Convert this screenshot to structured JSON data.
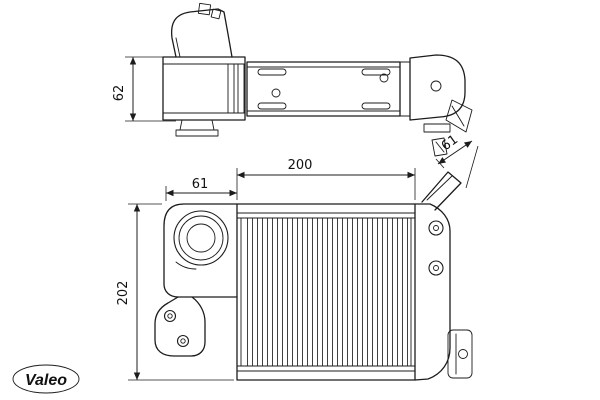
{
  "colors": {
    "line": "#1c1c1c",
    "background": "#ffffff"
  },
  "brand_logo": "Valeo",
  "views": {
    "top_view": {
      "dim_height": "62"
    },
    "front_view": {
      "dim_left_tank_width": "61",
      "dim_core_width": "200",
      "dim_overall_height": "202",
      "dim_right_duct": "61"
    }
  }
}
